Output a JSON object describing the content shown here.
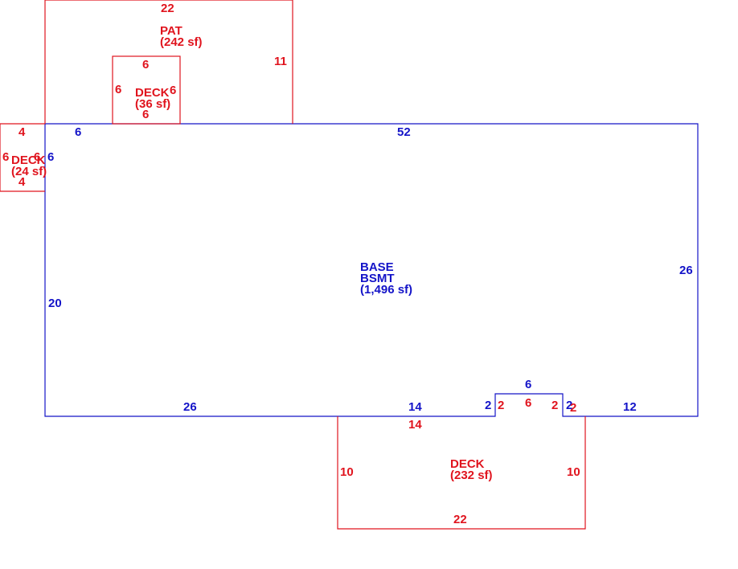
{
  "colors": {
    "deck_patio": "#e0141e",
    "base": "#1414c8",
    "background": "#ffffff"
  },
  "base": {
    "name_line1": "BASE",
    "name_line2": "BSMT",
    "area": "(1,496 sf)",
    "dims": {
      "top_left_6": "6",
      "top": "52",
      "left": "20",
      "right": "26",
      "bottom_left": "26",
      "bottom_mid": "14",
      "notch_left": "2",
      "notch_top": "6",
      "notch_right": "2",
      "bottom_right": "12",
      "deck_left_side": "6"
    }
  },
  "patio": {
    "name": "PAT",
    "area": "(242 sf)",
    "dims": {
      "top": "22",
      "right": "11"
    }
  },
  "deck_top": {
    "name": "DECK",
    "area": "(36 sf)",
    "dims": {
      "top": "6",
      "left": "6",
      "right": "6",
      "bottom": "6"
    }
  },
  "deck_left": {
    "name": "DECK",
    "area": "(24 sf)",
    "dims": {
      "top": "4",
      "left": "6",
      "right": "6",
      "bottom": "4"
    }
  },
  "deck_bottom": {
    "name": "DECK",
    "area": "(232 sf)",
    "dims": {
      "top": "14",
      "left": "10",
      "right": "10",
      "bottom": "22",
      "notch_left": "2",
      "notch_mid": "6",
      "notch_right_a": "2",
      "notch_right_b": "2"
    }
  }
}
